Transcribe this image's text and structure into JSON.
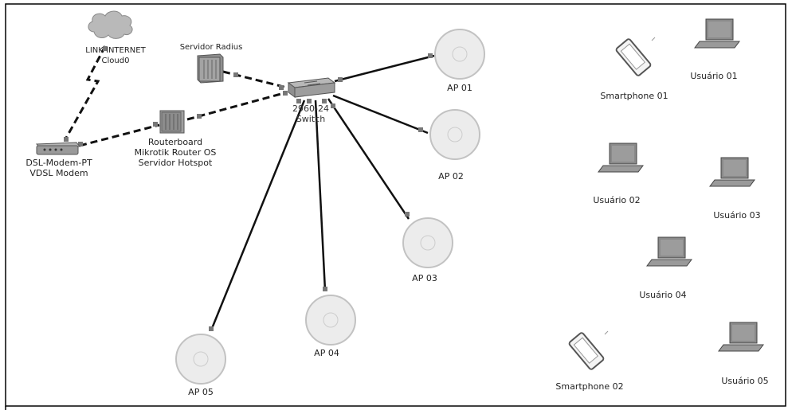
{
  "topology": {
    "cloud": {
      "line1": "LINK INTERNET",
      "line2": "Cloud0"
    },
    "radius": {
      "label": "Servidor  Radius"
    },
    "modem": {
      "line1": "DSL-Modem-PT",
      "line2": "VDSL Modem"
    },
    "router": {
      "line1": "Routerboard",
      "line2": "Mikrotik Router OS",
      "line3": "Servidor Hotspot"
    },
    "switch": {
      "line1": "2960-24",
      "line2": "Switch"
    },
    "aps": [
      {
        "label": "AP 01"
      },
      {
        "label": "AP 02"
      },
      {
        "label": "AP 03"
      },
      {
        "label": "AP 04"
      },
      {
        "label": "AP 05"
      }
    ],
    "clients": [
      {
        "label": "Smartphone 01"
      },
      {
        "label": "Usuário 01"
      },
      {
        "label": "Usuário 02"
      },
      {
        "label": "Usuário 03"
      },
      {
        "label": "Usuário 04"
      },
      {
        "label": "Smartphone 02"
      },
      {
        "label": "Usuário 05"
      }
    ]
  }
}
